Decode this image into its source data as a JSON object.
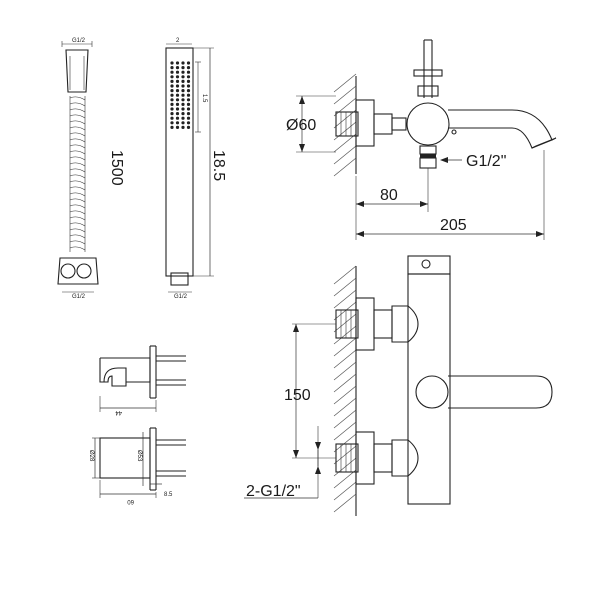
{
  "hose": {
    "length": "1500",
    "top_label": "G1/2",
    "bottom_label": "G1/2"
  },
  "handshower": {
    "length": "18.5",
    "top_label": "2",
    "side_label": "1.5",
    "bottom_label": "G1/2"
  },
  "holder": {
    "width_label": "44"
  },
  "elbow": {
    "outer_dia": "Ø28",
    "inner_dia": "Ø53",
    "width": "60",
    "offset": "8.5"
  },
  "mixer_top": {
    "dia": "Ø60",
    "thread": "G1/2\"",
    "depth": "80",
    "length": "205"
  },
  "mixer_front": {
    "centers": "150",
    "thread": "2-G1/2\""
  }
}
